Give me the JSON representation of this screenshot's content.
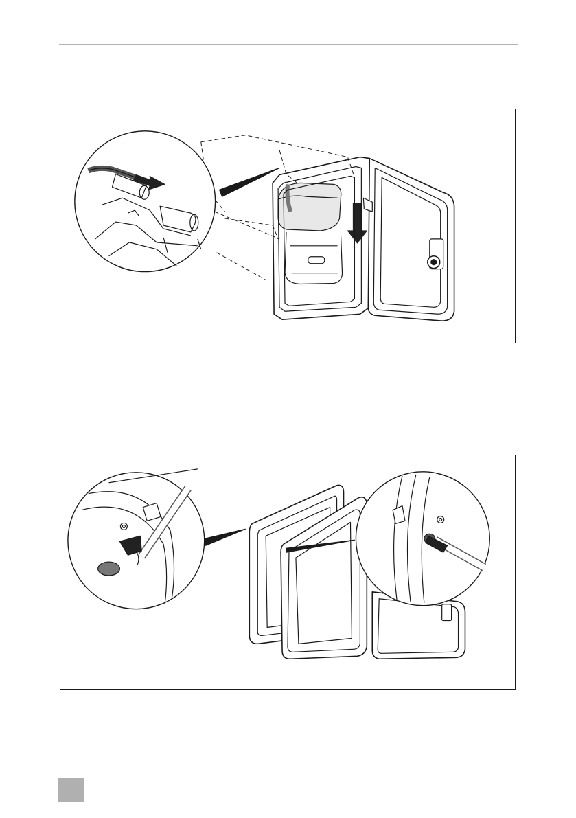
{
  "page": {
    "page_number": ""
  },
  "figures": [
    {
      "id": "figure-1",
      "icons": [
        "magnifier-callout",
        "cassette-toilet",
        "service-door",
        "arrow-icon"
      ]
    },
    {
      "id": "figure-2",
      "icons": [
        "magnifier-callout",
        "door-frame",
        "screwdriver-icon",
        "cap-icon"
      ]
    }
  ],
  "colors": {
    "line": "#1a1a1a",
    "rule": "#b3b3b3",
    "tab": "#b0b0b0"
  }
}
